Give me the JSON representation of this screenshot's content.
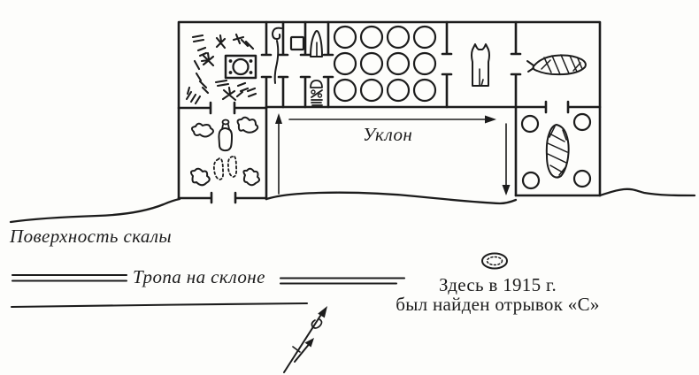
{
  "figure": {
    "description": "Plan of a rock-cut tomb above a hillside path",
    "colors": {
      "ink": "#1c1c1c",
      "paper": "#fdfdfb"
    },
    "labels": {
      "slope": "Уклон",
      "rock_surface": "Поверхность скалы",
      "path_on_slope": "Тропа на склоне",
      "find_line1": "Здесь в 1915 г.",
      "find_line2": "был найден отрывок «С»"
    },
    "icons": {
      "find_spot": "dotted-oval",
      "north_arrow": "hand-drawn-arrow-with-curl",
      "cat_statue": "seated-cat-outline",
      "animal_mummy": "wrapped-bundle-horizontal",
      "standing_mummy": "wrapped-bundle-vertical",
      "sarcophagus_box": "rectangle-with-circle-and-dots",
      "columns": "circle-grid-4x3",
      "slope_arrows": "up-right-down-arrows"
    }
  }
}
